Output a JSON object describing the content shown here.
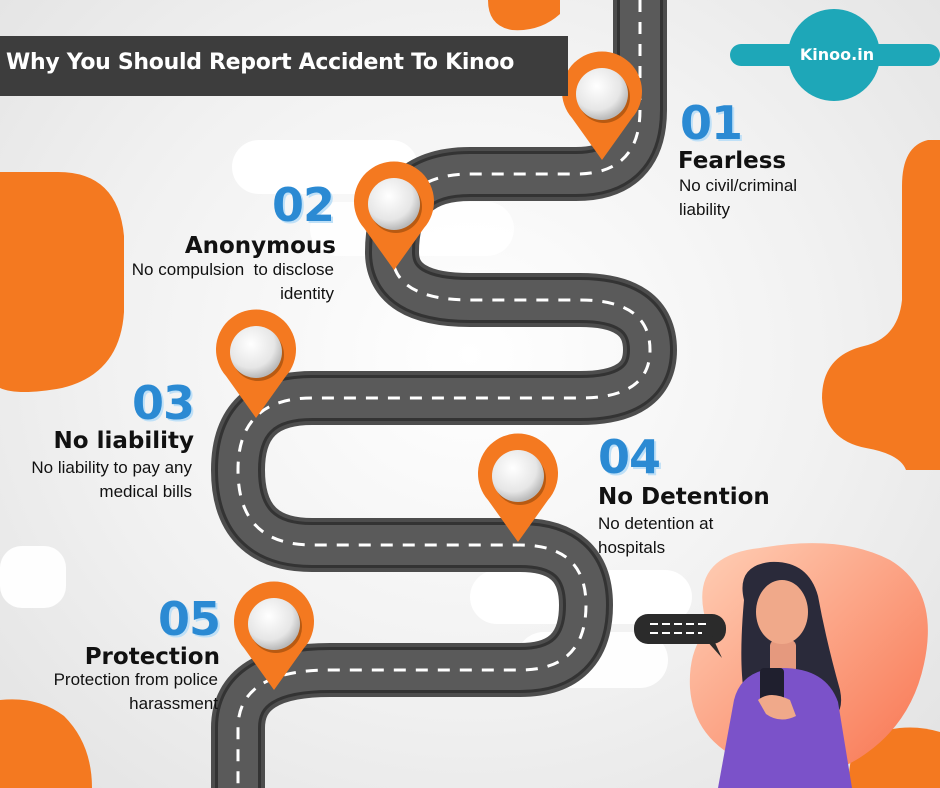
{
  "header": {
    "title": "Why You Should Report  Accident To Kinoo",
    "brand": "Kinoo.in"
  },
  "colors": {
    "accent": "#f47920",
    "road": "#4a4a4a",
    "number": "#2b8ad3",
    "brand_teal": "#1ea7b8",
    "title_bar": "#3d3d3d"
  },
  "steps": [
    {
      "number": "01",
      "title": "Fearless",
      "desc_lines": [
        "No civil/criminal",
        "liability"
      ]
    },
    {
      "number": "02",
      "title": "Anonymous",
      "desc_lines": [
        "No compulsion  to disclose",
        "identity"
      ]
    },
    {
      "number": "03",
      "title": "No liability",
      "desc_lines": [
        "No liability to pay any",
        "medical bills"
      ]
    },
    {
      "number": "04",
      "title": "No Detention",
      "desc_lines": [
        "No detention at",
        "hospitals"
      ]
    },
    {
      "number": "05",
      "title": "Protection",
      "desc_lines": [
        "Protection from police",
        "harassment"
      ]
    }
  ],
  "icons": [
    "map-pin-icon",
    "chat-bubble-icon",
    "phone-icon"
  ]
}
